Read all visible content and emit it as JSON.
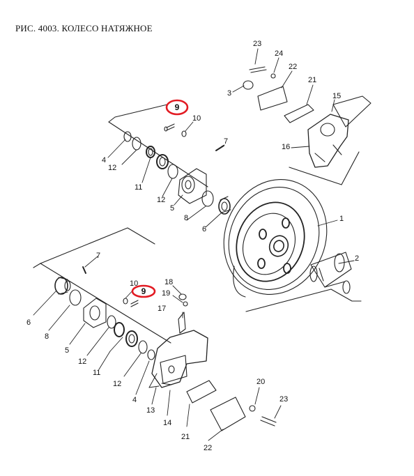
{
  "title": "РИС. 4003. КОЛЕСО НАТЯЖНОЕ",
  "highlight_color": "#e21b23",
  "highlighted_part": "9",
  "labels": [
    "1",
    "2",
    "3",
    "4",
    "5",
    "6",
    "7",
    "8",
    "9",
    "10",
    "11",
    "12",
    "13",
    "14",
    "15",
    "16",
    "17",
    "18",
    "19",
    "20",
    "21",
    "22",
    "23",
    "24"
  ]
}
